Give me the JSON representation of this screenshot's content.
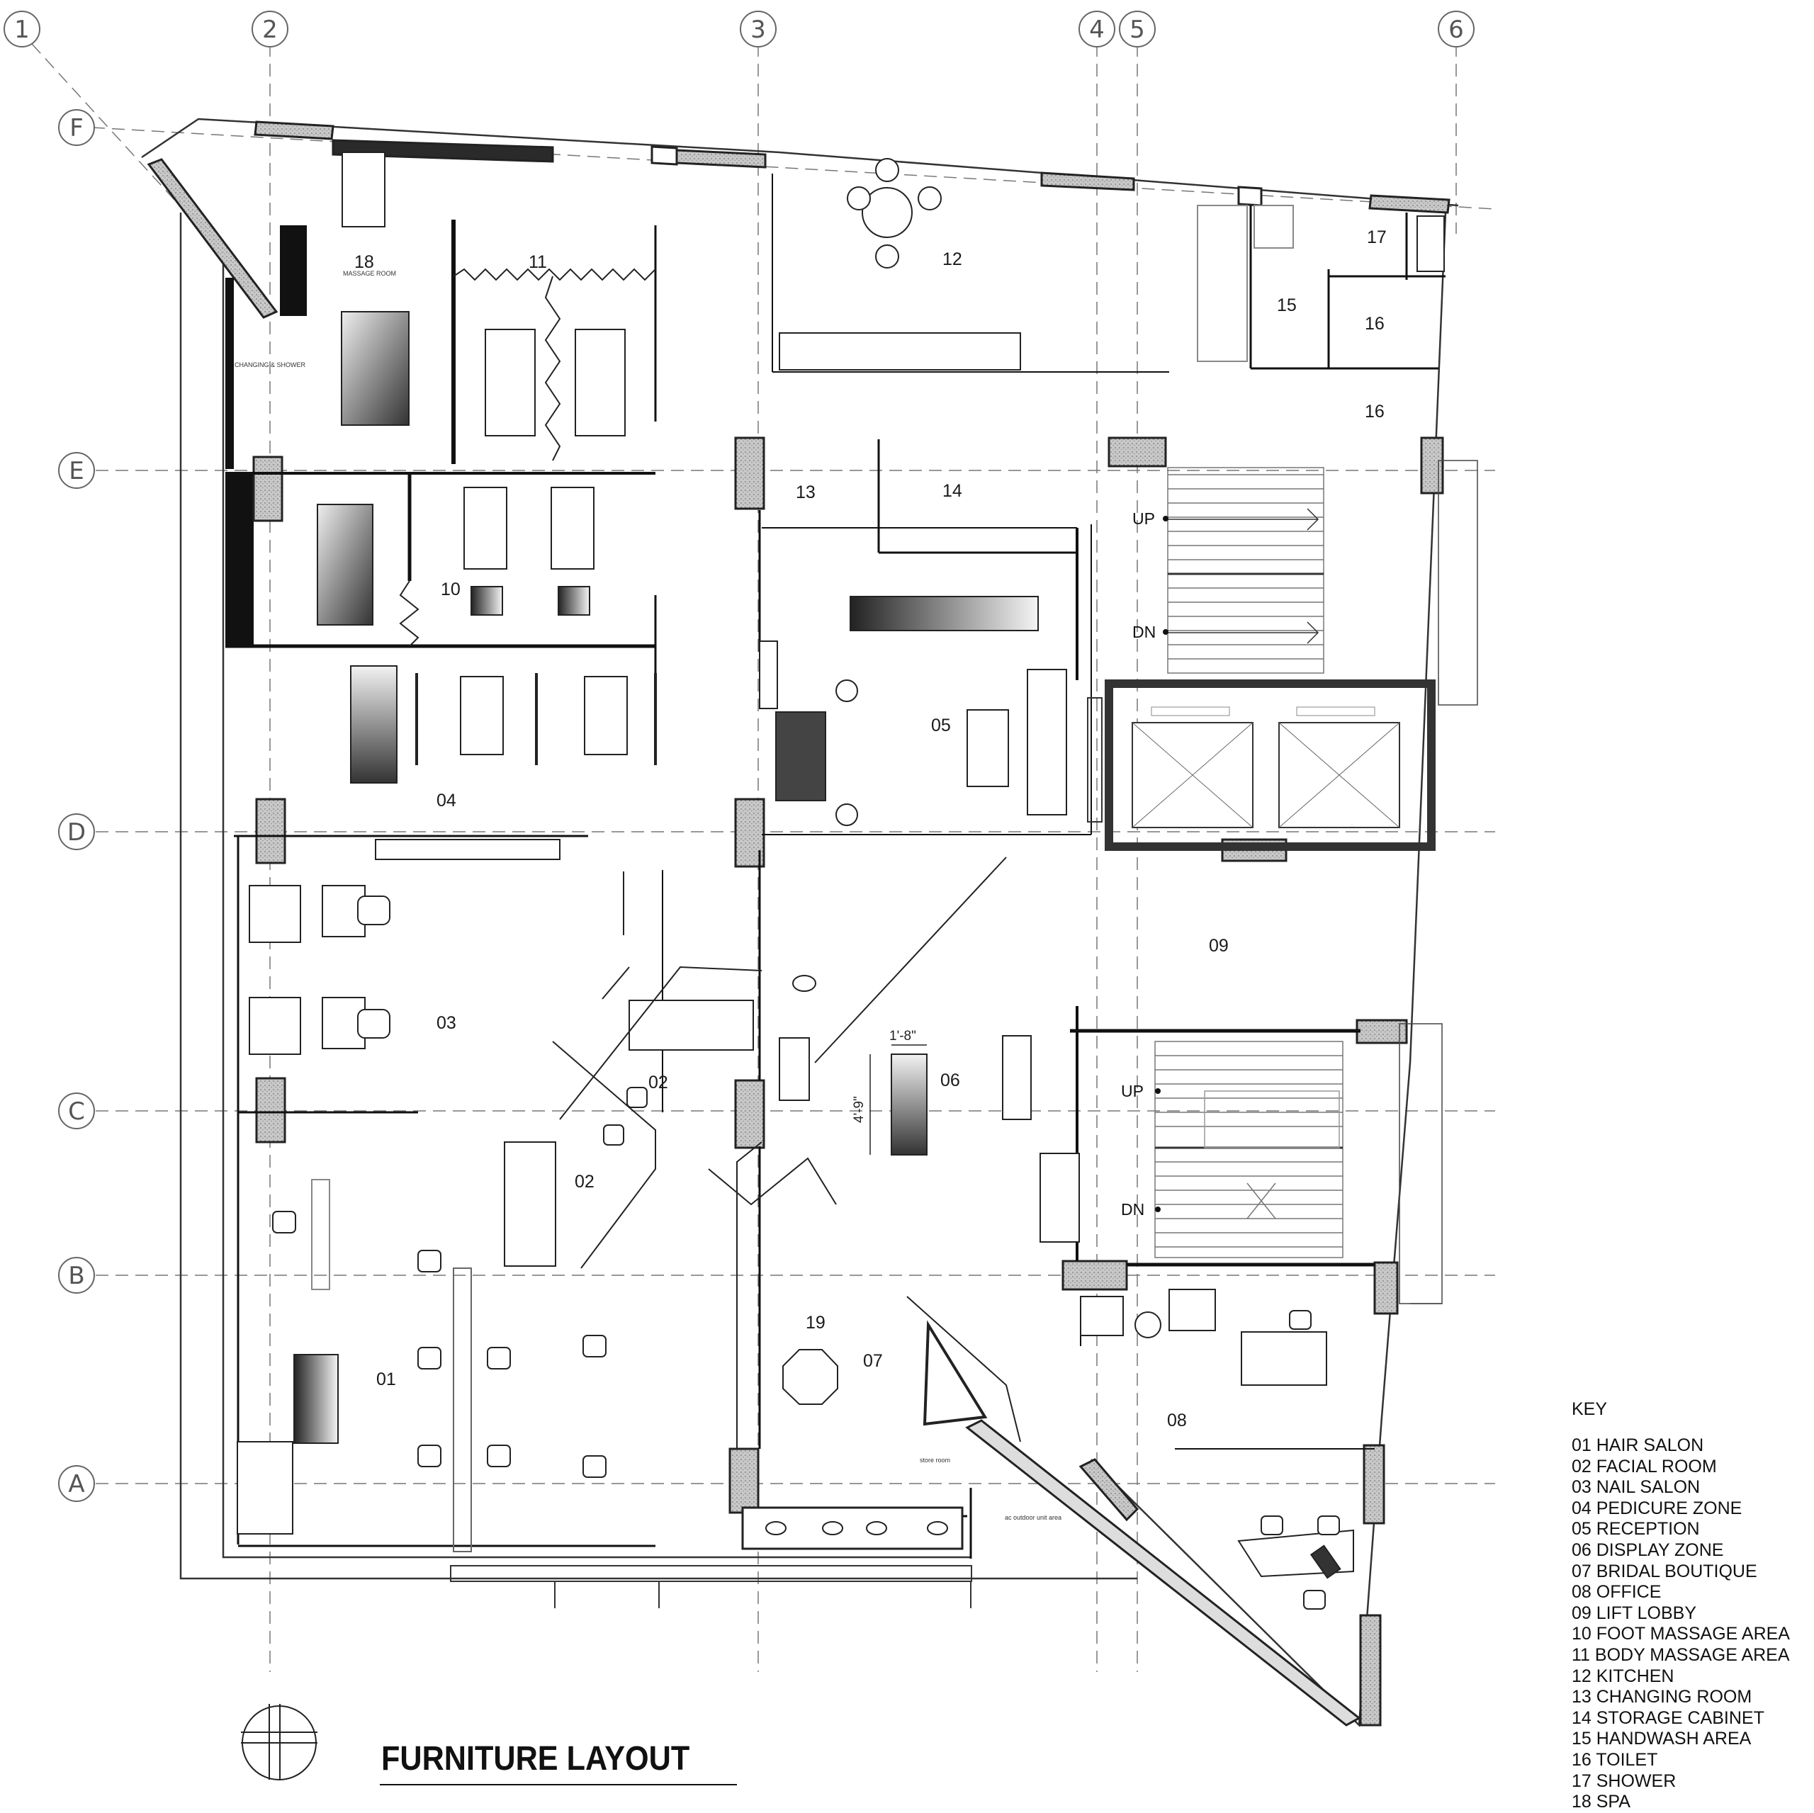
{
  "title": "FURNITURE LAYOUT",
  "grid": {
    "columns": [
      "1",
      "2",
      "3",
      "4",
      "5",
      "6"
    ],
    "rows": [
      "F",
      "E",
      "D",
      "C",
      "B",
      "A"
    ]
  },
  "rooms": {
    "r01": "01",
    "r02a": "02",
    "r02b": "02",
    "r03": "03",
    "r04": "04",
    "r05": "05",
    "r06": "06",
    "r07": "07",
    "r08": "08",
    "r09": "09",
    "r10": "10",
    "r11": "11",
    "r12": "12",
    "r13": "13",
    "r14": "14",
    "r15": "15",
    "r16a": "16",
    "r16b": "16",
    "r17": "17",
    "r18": "18",
    "r19": "19"
  },
  "stairs": {
    "upper_up": "UP",
    "upper_dn": "DN",
    "lower_up": "UP",
    "lower_dn": "DN"
  },
  "dimensions": {
    "display_width": "1'-8\"",
    "display_height": "4'-9\""
  },
  "small_labels": {
    "massage_room": "MASSAGE ROOM",
    "changing_shower": "CHANGING & SHOWER",
    "store_room": "store room",
    "ac_outdoor": "ac outdoor unit area"
  },
  "key": {
    "title": "KEY",
    "items": [
      "01 HAIR SALON",
      "02 FACIAL ROOM",
      "03 NAIL SALON",
      "04 PEDICURE ZONE",
      "05 RECEPTION",
      "06 DISPLAY ZONE",
      "07 BRIDAL BOUTIQUE",
      "08 OFFICE",
      "09 LIFT LOBBY",
      "10 FOOT MASSAGE AREA",
      "11 BODY MASSAGE AREA",
      "12 KITCHEN",
      "13 CHANGING ROOM",
      "14 STORAGE CABINET",
      "15 HANDWASH AREA",
      "16 TOILET",
      "17 SHOWER",
      "18 SPA"
    ]
  }
}
